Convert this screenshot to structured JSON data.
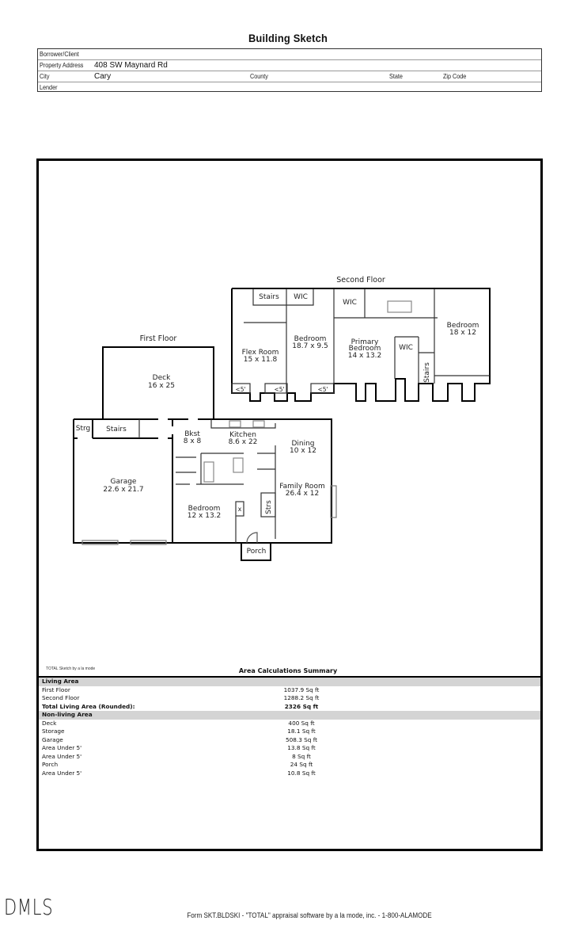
{
  "header": {
    "title": "Building Sketch",
    "fields": {
      "borrower_label": "Borrower/Client",
      "borrower_value": "",
      "address_label": "Property Address",
      "address_value": "408 SW Maynard Rd",
      "city_label": "City",
      "city_value": "Cary",
      "county_label": "County",
      "county_value": "",
      "state_label": "State",
      "state_value": "",
      "zip_label": "Zip Code",
      "zip_value": "",
      "lender_label": "Lender",
      "lender_value": ""
    }
  },
  "sketch": {
    "first_floor_label": "First Floor",
    "second_floor_label": "Second Floor",
    "rooms": {
      "deck": {
        "name": "Deck",
        "dims": "16 x 25"
      },
      "strg": {
        "name": "Strg"
      },
      "stairs1": {
        "name": "Stairs"
      },
      "bkst": {
        "name": "Bkst",
        "dims": "8 x 8"
      },
      "kitchen": {
        "name": "Kitchen",
        "dims": "8.6 x 22"
      },
      "dining": {
        "name": "Dining",
        "dims": "10 x 12"
      },
      "garage": {
        "name": "Garage",
        "dims": "22.6 x 21.7"
      },
      "family": {
        "name": "Family Room",
        "dims": "26.4 x 12"
      },
      "bedroom1": {
        "name": "Bedroom",
        "dims": "12 x 13.2"
      },
      "strs": {
        "name": "Strs"
      },
      "closet_x": {
        "name": "x"
      },
      "porch": {
        "name": "Porch"
      },
      "stairs2": {
        "name": "Stairs"
      },
      "wic1": {
        "name": "WIC"
      },
      "wic2": {
        "name": "WIC"
      },
      "wic3": {
        "name": "WIC"
      },
      "flex": {
        "name": "Flex Room",
        "dims": "15 x 11.8"
      },
      "bedroom2": {
        "name": "Bedroom",
        "dims": "18.7 x 9.5"
      },
      "primary": {
        "name": "Primary",
        "name2": "Bedroom",
        "dims": "14 x 13.2"
      },
      "bedroom3": {
        "name": "Bedroom",
        "dims": "18 x 12"
      },
      "stairs3": {
        "name": "Stairs"
      },
      "under5a": {
        "name": "<5'"
      },
      "under5b": {
        "name": "<5'"
      },
      "under5c": {
        "name": "<5'"
      }
    },
    "credit": "TOTAL Sketch by a la mode"
  },
  "summary": {
    "title": "Area Calculations Summary",
    "living_header": "Living Area",
    "living": [
      {
        "name": "First Floor",
        "area": "1037.9 Sq ft"
      },
      {
        "name": "Second Floor",
        "area": "1288.2 Sq ft"
      }
    ],
    "total": {
      "name": "Total Living Area (Rounded):",
      "area": "2326 Sq ft"
    },
    "nonliving_header": "Non-living Area",
    "nonliving": [
      {
        "name": "Deck",
        "area": "400 Sq ft"
      },
      {
        "name": "Storage",
        "area": "18.1 Sq ft"
      },
      {
        "name": "Garage",
        "area": "508.3 Sq ft"
      },
      {
        "name": "Area Under 5'",
        "area": "13.8 Sq ft"
      },
      {
        "name": "Area Under 5'",
        "area": "8 Sq ft"
      },
      {
        "name": "Porch",
        "area": "24 Sq ft"
      },
      {
        "name": "Area Under 5'",
        "area": "10.8 Sq ft"
      }
    ]
  },
  "footer": {
    "logo": "DMLS",
    "form_text": "Form SKT.BLDSKI - \"TOTAL\" appraisal software by a la mode, inc. - 1-800-ALAMODE"
  }
}
